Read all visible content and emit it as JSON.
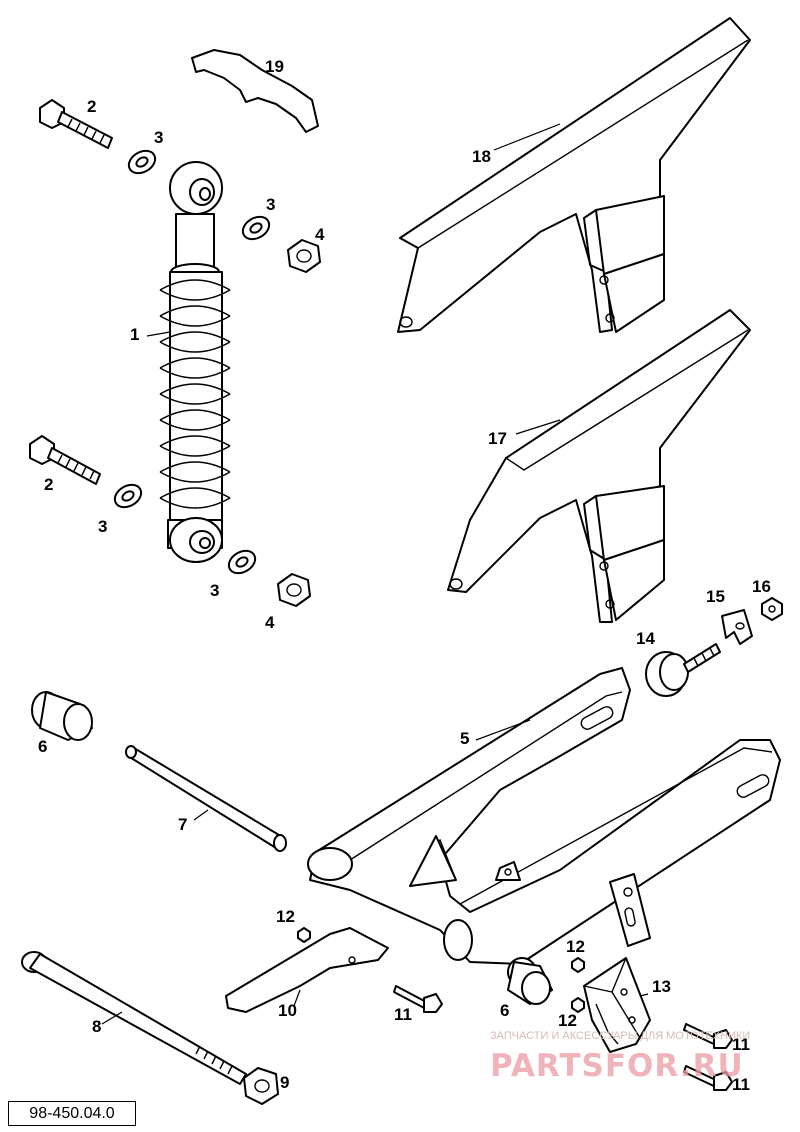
{
  "diagram_ref": "98-450.04.0",
  "parts": [
    {
      "id": "1",
      "label": "1"
    },
    {
      "id": "2a",
      "label": "2"
    },
    {
      "id": "2b",
      "label": "2"
    },
    {
      "id": "3a",
      "label": "3"
    },
    {
      "id": "3b",
      "label": "3"
    },
    {
      "id": "3c",
      "label": "3"
    },
    {
      "id": "3d",
      "label": "3"
    },
    {
      "id": "4a",
      "label": "4"
    },
    {
      "id": "4b",
      "label": "4"
    },
    {
      "id": "5",
      "label": "5"
    },
    {
      "id": "6a",
      "label": "6"
    },
    {
      "id": "6b",
      "label": "6"
    },
    {
      "id": "7",
      "label": "7"
    },
    {
      "id": "8",
      "label": "8"
    },
    {
      "id": "9",
      "label": "9"
    },
    {
      "id": "10",
      "label": "10"
    },
    {
      "id": "11a",
      "label": "11"
    },
    {
      "id": "11b",
      "label": "11"
    },
    {
      "id": "11c",
      "label": "11"
    },
    {
      "id": "12a",
      "label": "12"
    },
    {
      "id": "12b",
      "label": "12"
    },
    {
      "id": "12c",
      "label": "12"
    },
    {
      "id": "13",
      "label": "13"
    },
    {
      "id": "14",
      "label": "14"
    },
    {
      "id": "15",
      "label": "15"
    },
    {
      "id": "16",
      "label": "16"
    },
    {
      "id": "17",
      "label": "17"
    },
    {
      "id": "18",
      "label": "18"
    },
    {
      "id": "19",
      "label": "19"
    }
  ],
  "watermark": {
    "text": "ЗАПЧАСТИ И АКСЕССУАРЫ ДЛЯ МОТОТЕХНИКИ",
    "logo": "PARTSFOR.RU",
    "color": "#ec9aa4"
  }
}
